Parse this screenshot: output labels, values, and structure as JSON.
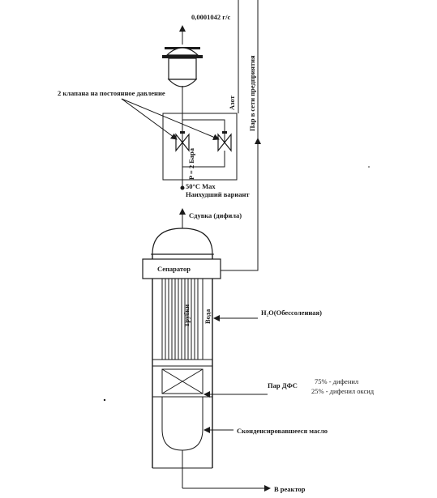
{
  "labels": {
    "flow_rate": "0,0001042 г/с",
    "valves": "2 клапана на постоянное давление",
    "pressure": "P = 2 Бара",
    "nitrogen": "Азот",
    "steam_net": "Пар в сети предприятия",
    "temp_max": "50°С Max",
    "worst_case": "Наихудший вариант",
    "blowdown": "Сдувка (дифила)",
    "separator": "Сепаратор",
    "tubes": "Трубки",
    "water": "Вода",
    "demin_water": "H₂O(Обессоленная)",
    "dfs_steam": "Пар ДФС",
    "diphenyl": "75% - дифенил",
    "diphenyl_oxide": "25% - дифенил оксид",
    "condensed_oil": "Сконденсировавшееся масло",
    "to_reactor": "В реактор"
  }
}
